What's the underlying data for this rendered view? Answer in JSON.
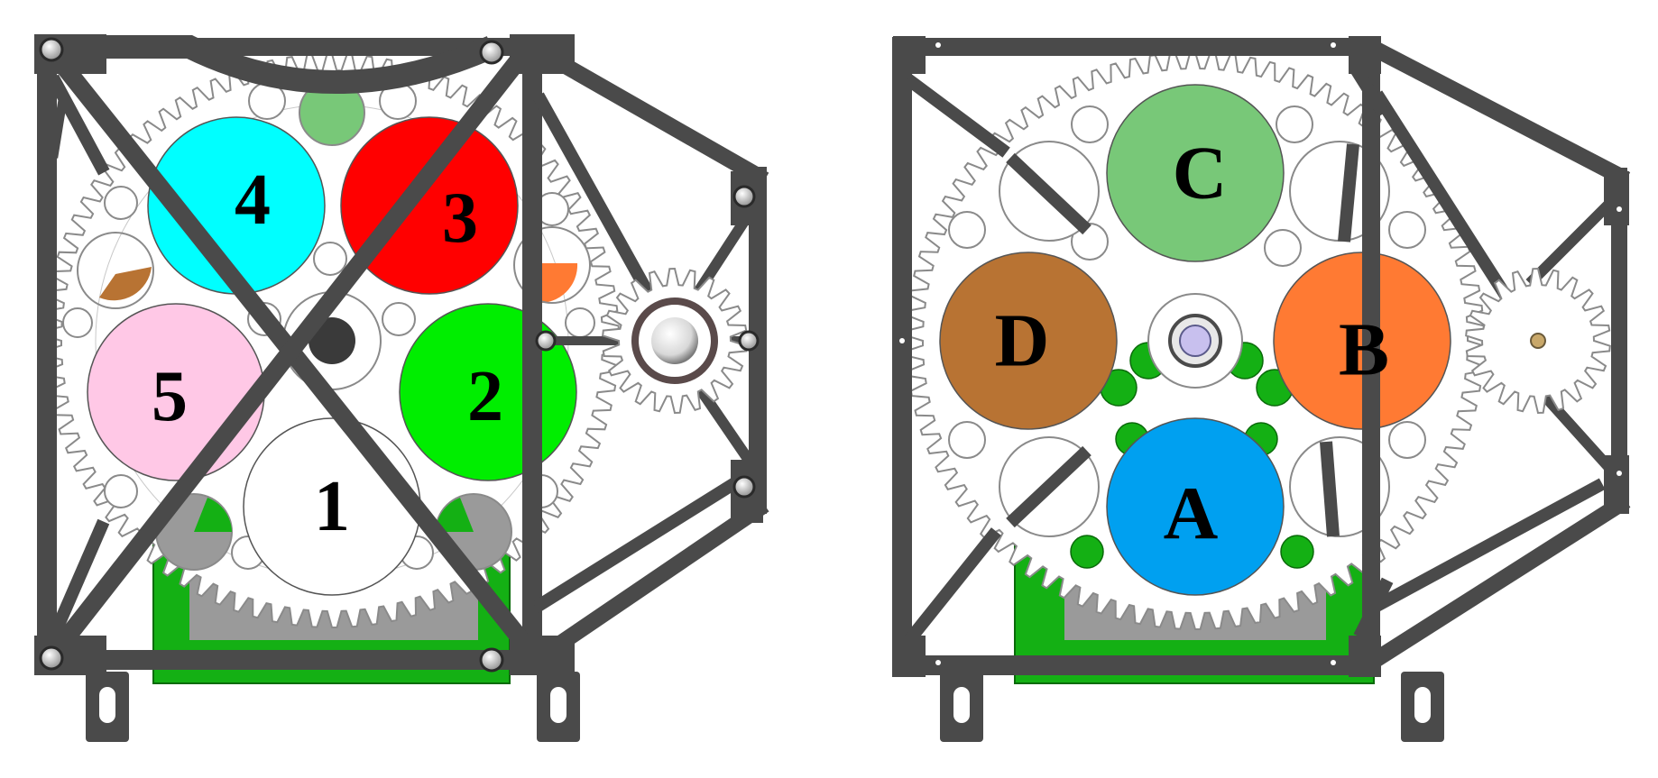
{
  "colors": {
    "frame": "#4a4a4a",
    "gear_outline": "#8a8a8a",
    "board": "#14b014",
    "hole_outline": "#9a9a9a"
  },
  "left_wheel": {
    "filters": [
      {
        "label": "1",
        "color": "#ffffff"
      },
      {
        "label": "2",
        "color": "#00ee00"
      },
      {
        "label": "3",
        "color": "#ff0000"
      },
      {
        "label": "4",
        "color": "#00ffff"
      },
      {
        "label": "5",
        "color": "#ffc8e6"
      }
    ]
  },
  "right_wheel": {
    "filters": [
      {
        "label": "A",
        "color": "#00a0f0"
      },
      {
        "label": "B",
        "color": "#ff7a33"
      },
      {
        "label": "C",
        "color": "#78c878"
      },
      {
        "label": "D",
        "color": "#b87333"
      }
    ]
  }
}
